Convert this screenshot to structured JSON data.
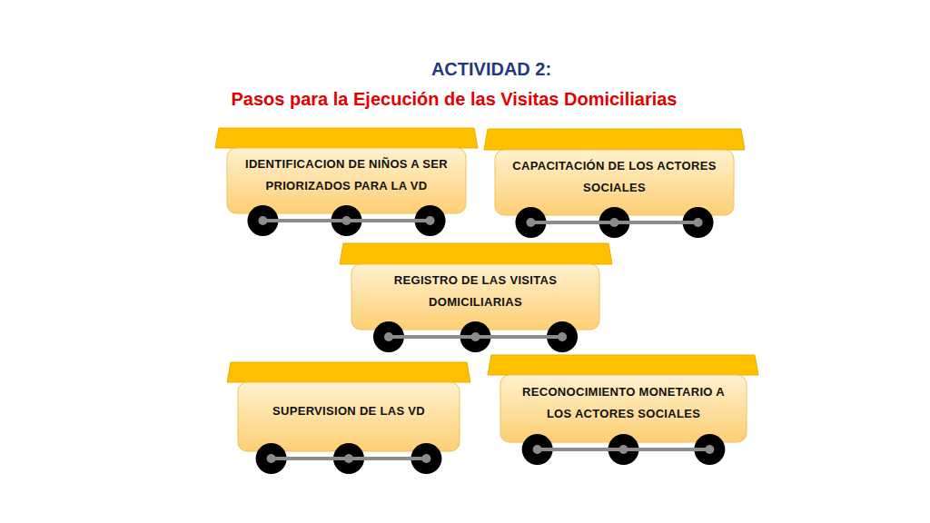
{
  "diagram": {
    "title": "ACTIVIDAD 2:",
    "nodes": [
      {
        "text": [
          "IDENTIFICACION DE NIÑOS A SER PRIORIZADOS PARA LA VD"
        ]
      },
      {
        "text": [
          "CAPACITACIÓN DE LOS ACTORES SOCIALES"
        ]
      },
      {
        "text": [
          "REGISTRO DE LAS VISITAS DOMICILIARIAS"
        ]
      },
      {
        "text": [
          "SUPERVISION DE LAS VD"
        ]
      },
      {
        "text": [
          "RECONOCIMIENTO MONETARIO A LOS ACTORES SOCIALES"
        ]
      }
    ],
    "labels": [
      "Pasos para la Ejecución de las Visitas Domiciliarias"
    ]
  }
}
